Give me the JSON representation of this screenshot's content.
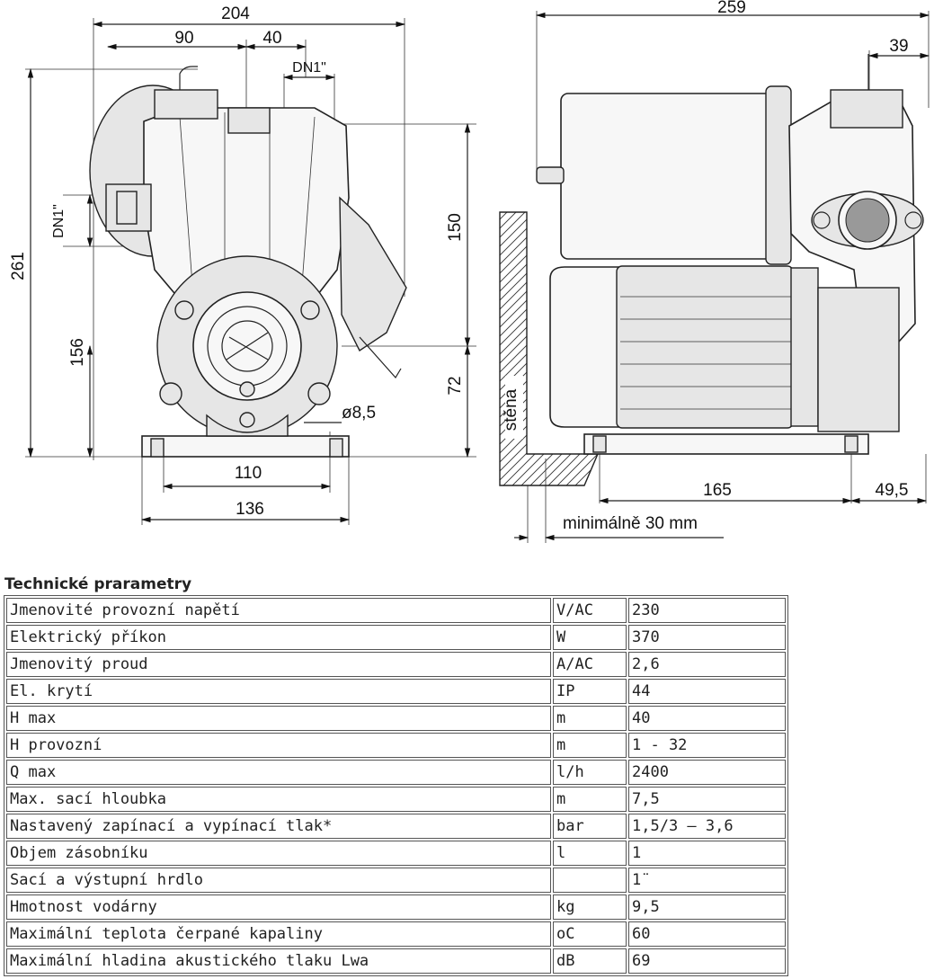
{
  "drawing": {
    "dims": {
      "overall_width_front": "204",
      "left_offset": "90",
      "outlet_offset": "40",
      "outlet_dn": "DN1\"",
      "inlet_dn": "DN1\"",
      "overall_height": "261",
      "shaft_height": "156",
      "upper_height": "150",
      "lower_height": "72",
      "hole_diameter": "ø8,5",
      "base_inner": "110",
      "base_outer": "136",
      "overall_length_side": "259",
      "top_offset_side": "39",
      "base_length": "165",
      "base_offset": "49,5",
      "wall_label": "stěna",
      "min_clearance": "minimálně 30 mm"
    }
  },
  "params": {
    "heading": "Technické prarametry",
    "rows": [
      {
        "name": "Jmenovité provozní napětí",
        "unit": "V/AC",
        "value": "230"
      },
      {
        "name": "Elektrický příkon",
        "unit": "W",
        "value": "370"
      },
      {
        "name": "Jmenovitý proud",
        "unit": "A/AC",
        "value": "2,6"
      },
      {
        "name": "El. krytí",
        "unit": "IP",
        "value": "44"
      },
      {
        "name": "H max",
        "unit": "m",
        "value": "40"
      },
      {
        "name": "H provozní",
        "unit": "m",
        "value": "1 - 32"
      },
      {
        "name": "Q max",
        "unit": "l/h",
        "value": "2400"
      },
      {
        "name": "Max. sací hloubka",
        "unit": "m",
        "value": "7,5"
      },
      {
        "name": "Nastavený zapínací a vypínací tlak*",
        "unit": "bar",
        "value": "1,5/3 – 3,6"
      },
      {
        "name": "Objem zásobníku",
        "unit": "l",
        "value": "1"
      },
      {
        "name": "Sací a výstupní hrdlo",
        "unit": "",
        "value": "1¨"
      },
      {
        "name": "Hmotnost vodárny",
        "unit": "kg",
        "value": "9,5"
      },
      {
        "name": "Maximální teplota čerpané kapaliny",
        "unit": "oC",
        "value": "60"
      },
      {
        "name": "Maximální hladina akustického tlaku Lwa",
        "unit": "dB",
        "value": "69"
      }
    ]
  }
}
